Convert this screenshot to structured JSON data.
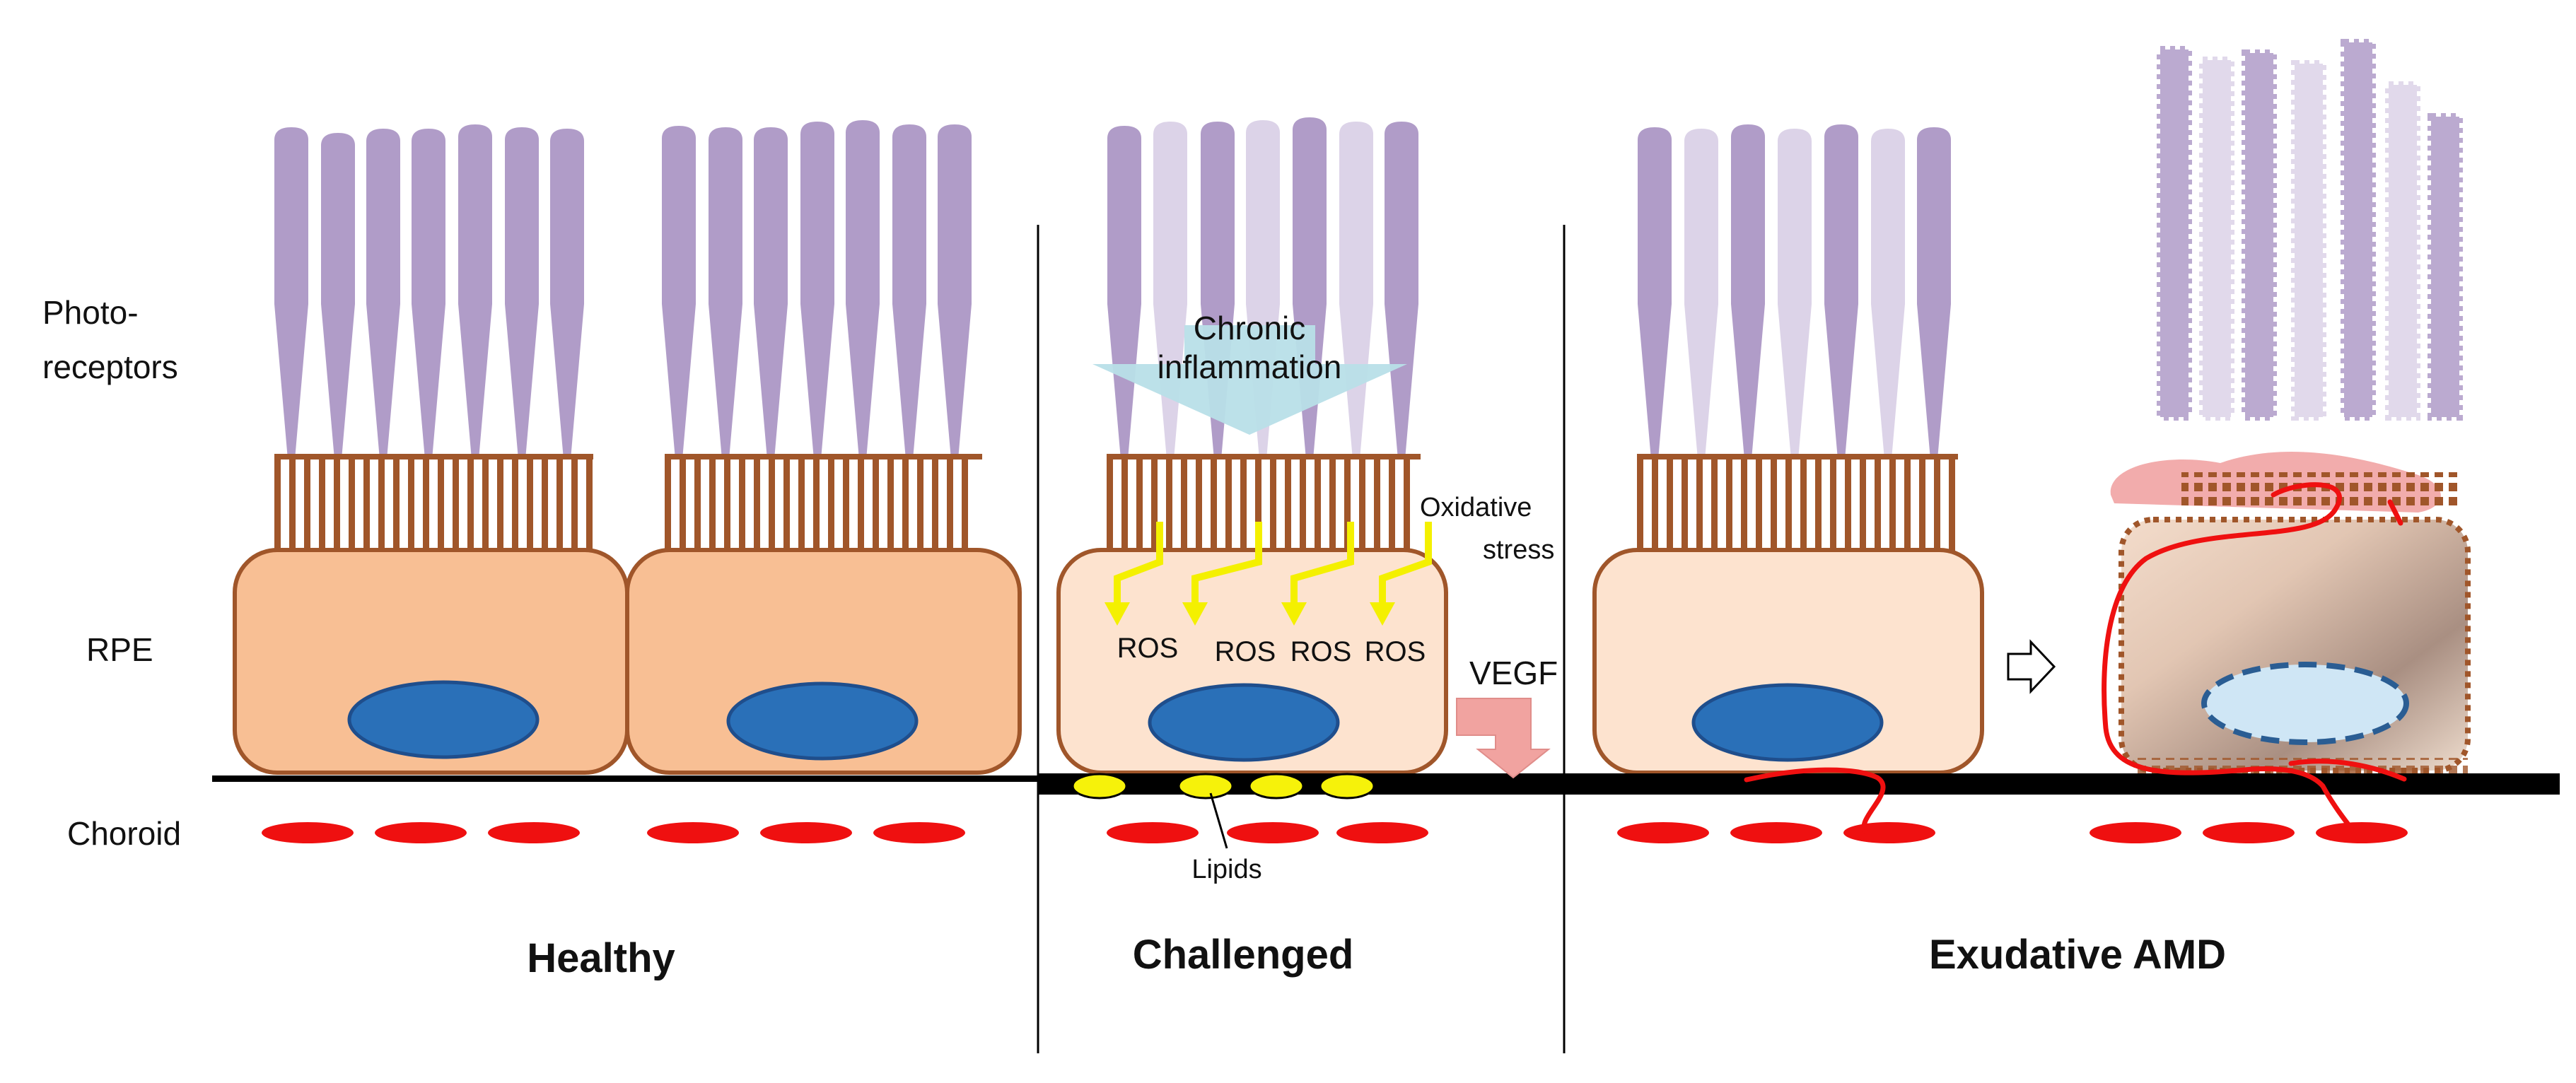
{
  "labels": {
    "photoreceptors_line1": "Photo-",
    "photoreceptors_line2": "receptors",
    "rpe": "RPE",
    "choroid": "Choroid"
  },
  "panels": {
    "healthy": "Healthy",
    "challenged": "Challenged",
    "exudative": "Exudative AMD"
  },
  "annotations": {
    "chronic_line1": "Chronic",
    "chronic_line2": "inflammation",
    "oxidative_line1": "Oxidative",
    "oxidative_line2": "stress",
    "ros": [
      "ROS",
      "ROS",
      "ROS",
      "ROS"
    ],
    "vegf": "VEGF",
    "lipids": "Lipids"
  },
  "colors": {
    "photoreceptor": "#b09cc8",
    "photoreceptor_faded": "#dcd3e8",
    "microvilli": "#a0562a",
    "rpe_fill": "#f8bf94",
    "rpe_fill_challenged": "#fde3cf",
    "rpe_border": "#a0562a",
    "nucleus": "#2a70b8",
    "nucleus_border": "#1f4e8c",
    "membrane": "#000000",
    "vessel": "#ef1010",
    "lipid": "#f6f20a",
    "ros_arrow": "#f4f000",
    "inflammation_arrow": "#b8dfe8",
    "vegf_arrow": "#f1a3a0"
  },
  "icons": [
    "inflammation-arrow-icon",
    "ros-arrow-icon",
    "vegf-arrow-icon",
    "progression-arrow-icon"
  ]
}
